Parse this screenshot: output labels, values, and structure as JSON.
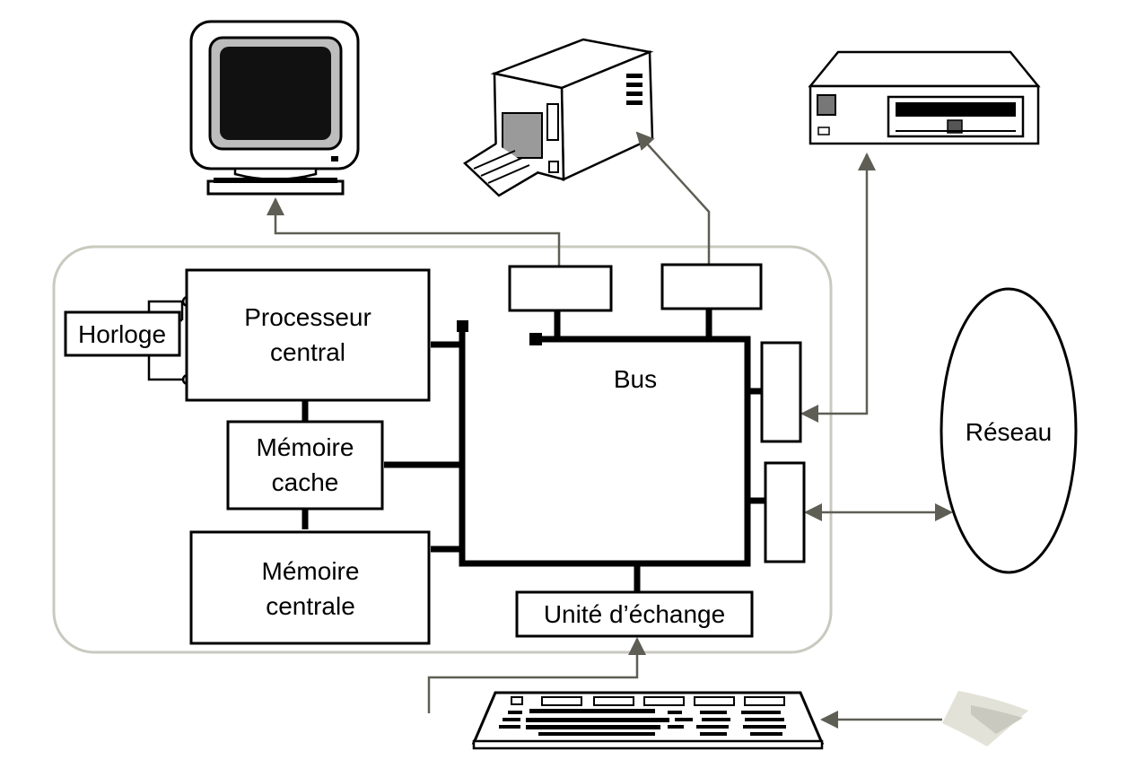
{
  "labels": {
    "clock": "Horloge",
    "cpu_line1": "Processeur",
    "cpu_line2": "central",
    "cache_line1": "Mémoire",
    "cache_line2": "cache",
    "main_memory_line1": "Mémoire",
    "main_memory_line2": "centrale",
    "bus": "Bus",
    "exchange_unit": "Unité d’échange",
    "network": "Réseau"
  },
  "peripherals": [
    "monitor-icon",
    "printer-icon",
    "drive-icon",
    "keyboard-icon",
    "mouse-icon"
  ],
  "colors": {
    "frame": "#c9c9bf",
    "arrows": "#5e5e55",
    "lines": "#000000"
  }
}
